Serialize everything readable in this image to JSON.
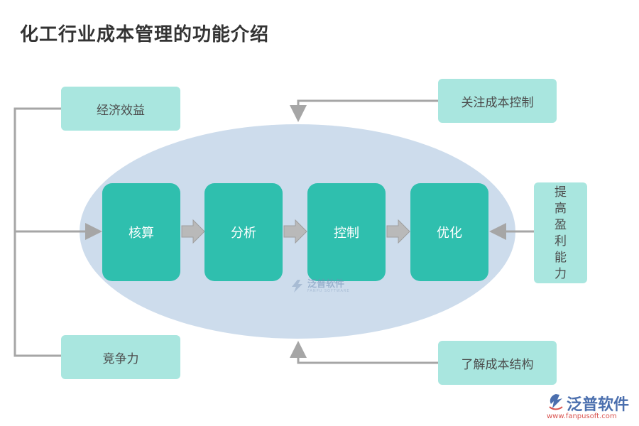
{
  "title": "化工行业成本管理的功能介绍",
  "core_steps": [
    "核算",
    "分析",
    "控制",
    "优化"
  ],
  "left_items": [
    "经济效益",
    "竞争力"
  ],
  "right_top": "关注成本控制",
  "right_bottom": "了解成本结构",
  "right_middle": [
    "提",
    "高",
    "盈",
    "利",
    "能",
    "力"
  ],
  "watermark": {
    "name": "泛普软件",
    "sub": "FANPU SOFTWARE"
  },
  "logo": {
    "brand": "泛普软件",
    "url": "www.fanpusoft.com"
  },
  "colors": {
    "step": "#2fbfae",
    "side": "#a9e6df",
    "ellipse": "#cddcec",
    "connector": "#a6a6a6"
  }
}
